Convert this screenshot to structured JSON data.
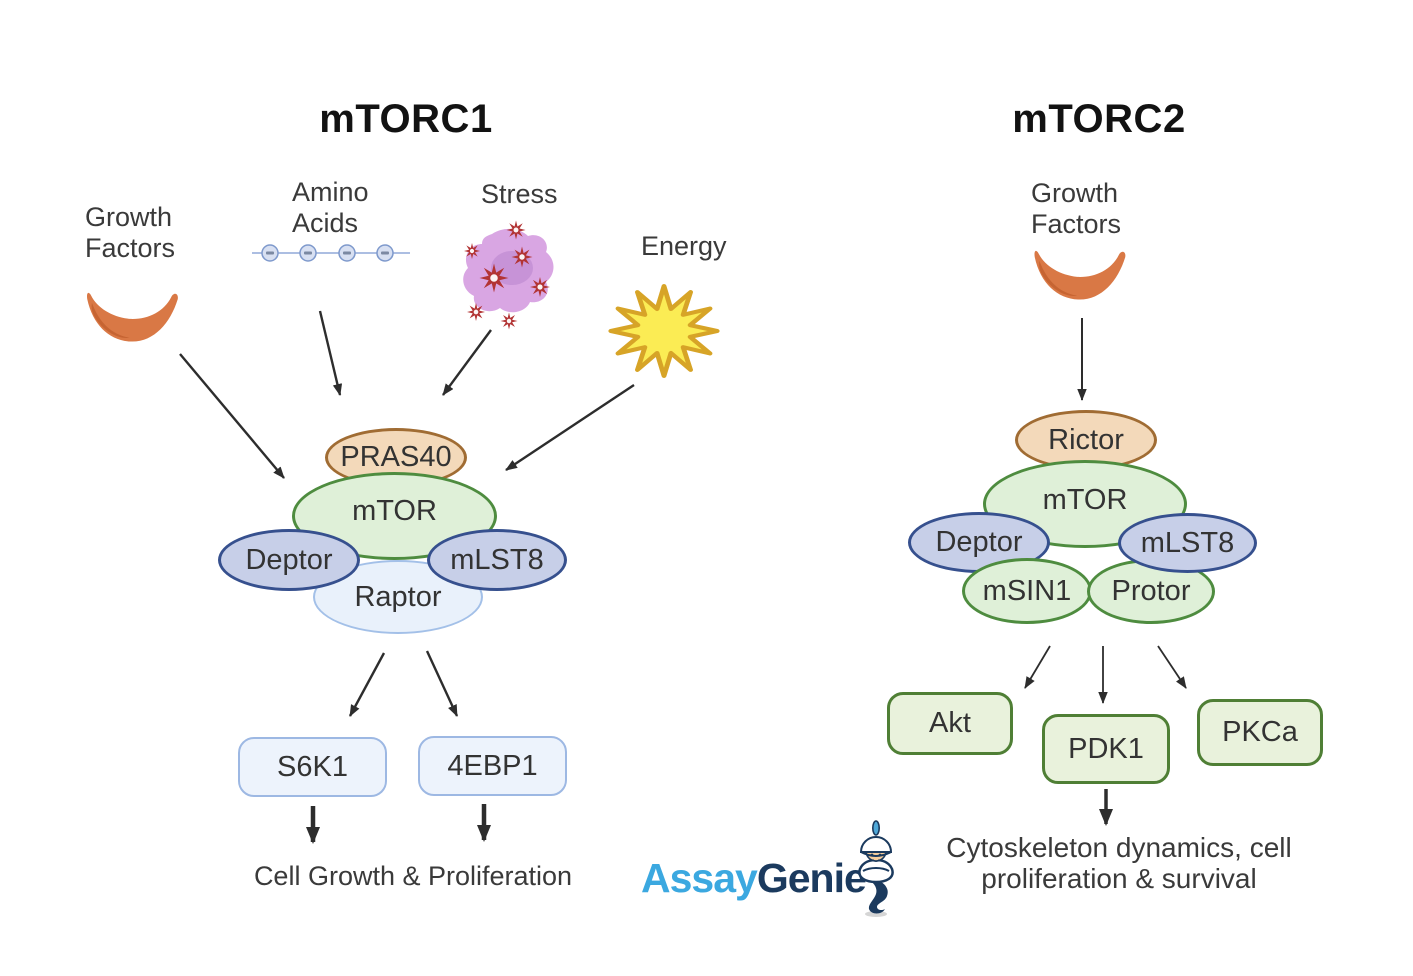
{
  "mtorc1": {
    "title": "mTORC1",
    "inputs": {
      "growth_factors": {
        "line1": "Growth",
        "line2": "Factors",
        "icon": "growth-factor-crescent"
      },
      "amino_acids": {
        "line1": "Amino",
        "line2": "Acids",
        "icon": "amino-acid-chain"
      },
      "stress": {
        "label": "Stress",
        "icon": "stress-cell"
      },
      "energy": {
        "label": "Energy",
        "icon": "energy-starburst"
      }
    },
    "complex": {
      "pras40": "PRAS40",
      "mtor": "mTOR",
      "deptor": "Deptor",
      "mlst8": "mLST8",
      "raptor": "Raptor"
    },
    "targets": {
      "s6k1": "S6K1",
      "ebp1": "4EBP1"
    },
    "outcome": "Cell Growth & Proliferation"
  },
  "mtorc2": {
    "title": "mTORC2",
    "inputs": {
      "growth_factors": {
        "line1": "Growth",
        "line2": "Factors",
        "icon": "growth-factor-crescent"
      }
    },
    "complex": {
      "rictor": "Rictor",
      "mtor": "mTOR",
      "deptor": "Deptor",
      "mlst8": "mLST8",
      "msin1": "mSIN1",
      "protor": "Protor"
    },
    "targets": {
      "akt": "Akt",
      "pdk1": "PDK1",
      "pkca": "PKCa"
    },
    "outcome": {
      "line1": "Cytoskeleton dynamics, cell",
      "line2": "proliferation & survival"
    }
  },
  "logo": {
    "brand_part1": "Assay",
    "brand_part2": "Genie",
    "mascot": "genie-mascot"
  },
  "colors": {
    "tan_fill": "#F3D9BA",
    "tan_border": "#A06C33",
    "green_fill": "#DFF0D8",
    "green_border": "#4E8C3F",
    "blue_fill": "#C7CFE8",
    "blue_border": "#36508E",
    "raptor_fill": "#E9F1FB",
    "raptor_border": "#A3C0E8",
    "blue_box_fill": "#EDF3FC",
    "blue_box_border": "#9DB8E3",
    "green_box_fill": "#E9F2DC",
    "green_box_border": "#4F7F35",
    "arrow": "#2d2d2d",
    "logo_blue": "#3BA8E0",
    "logo_navy": "#1B3A5E",
    "crescent_orange": "#D97845",
    "crescent_orange_dark": "#C2602F",
    "star_yellow": "#FBEC54",
    "star_border": "#D7A427",
    "stress_purple": "#D9A6E3",
    "stress_purple_dark": "#C38FD5",
    "stress_red": "#B23434",
    "bead_fill": "#D8E0F2",
    "bead_border": "#7E99CC"
  }
}
